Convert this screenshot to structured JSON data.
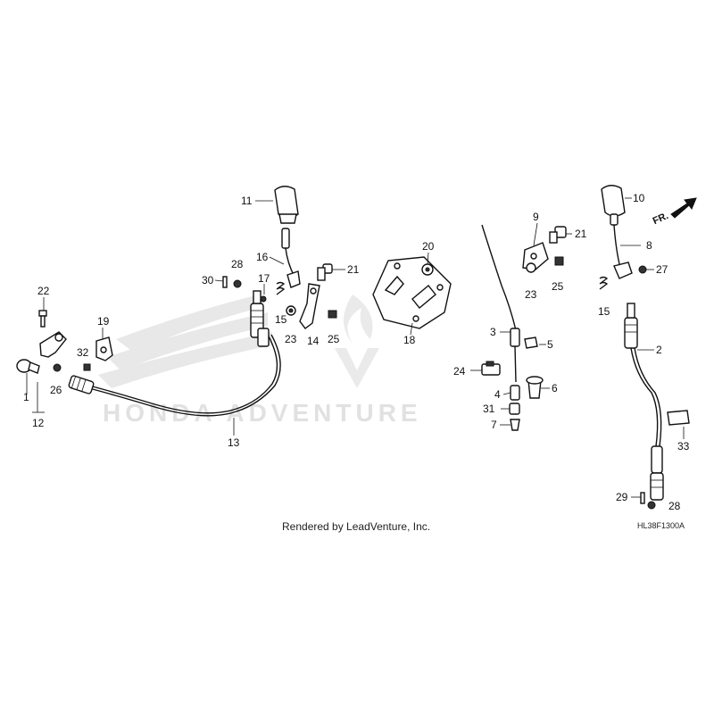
{
  "diagram": {
    "callouts": [
      {
        "id": "11",
        "text": "11"
      },
      {
        "id": "16",
        "text": "16"
      },
      {
        "id": "28a",
        "text": "28"
      },
      {
        "id": "30",
        "text": "30"
      },
      {
        "id": "17",
        "text": "17"
      },
      {
        "id": "15a",
        "text": "15"
      },
      {
        "id": "23a",
        "text": "23"
      },
      {
        "id": "14",
        "text": "14"
      },
      {
        "id": "21a",
        "text": "21"
      },
      {
        "id": "25a",
        "text": "25"
      },
      {
        "id": "20",
        "text": "20"
      },
      {
        "id": "18",
        "text": "18"
      },
      {
        "id": "22",
        "text": "22"
      },
      {
        "id": "19",
        "text": "19"
      },
      {
        "id": "32",
        "text": "32"
      },
      {
        "id": "1",
        "text": "1"
      },
      {
        "id": "26",
        "text": "26"
      },
      {
        "id": "12",
        "text": "12"
      },
      {
        "id": "13",
        "text": "13"
      },
      {
        "id": "9",
        "text": "9"
      },
      {
        "id": "21b",
        "text": "21"
      },
      {
        "id": "23b",
        "text": "23"
      },
      {
        "id": "25b",
        "text": "25"
      },
      {
        "id": "3",
        "text": "3"
      },
      {
        "id": "5",
        "text": "5"
      },
      {
        "id": "24",
        "text": "24"
      },
      {
        "id": "6",
        "text": "6"
      },
      {
        "id": "4",
        "text": "4"
      },
      {
        "id": "31",
        "text": "31"
      },
      {
        "id": "7",
        "text": "7"
      },
      {
        "id": "10",
        "text": "10"
      },
      {
        "id": "8",
        "text": "8"
      },
      {
        "id": "27",
        "text": "27"
      },
      {
        "id": "15b",
        "text": "15"
      },
      {
        "id": "2",
        "text": "2"
      },
      {
        "id": "33",
        "text": "33"
      },
      {
        "id": "29",
        "text": "29"
      },
      {
        "id": "28b",
        "text": "28"
      }
    ],
    "direction_label": "FR.",
    "watermark": "HONDA ADVENTURE",
    "footer": "Rendered by LeadVenture, Inc.",
    "diagram_code": "HL38F1300A"
  }
}
